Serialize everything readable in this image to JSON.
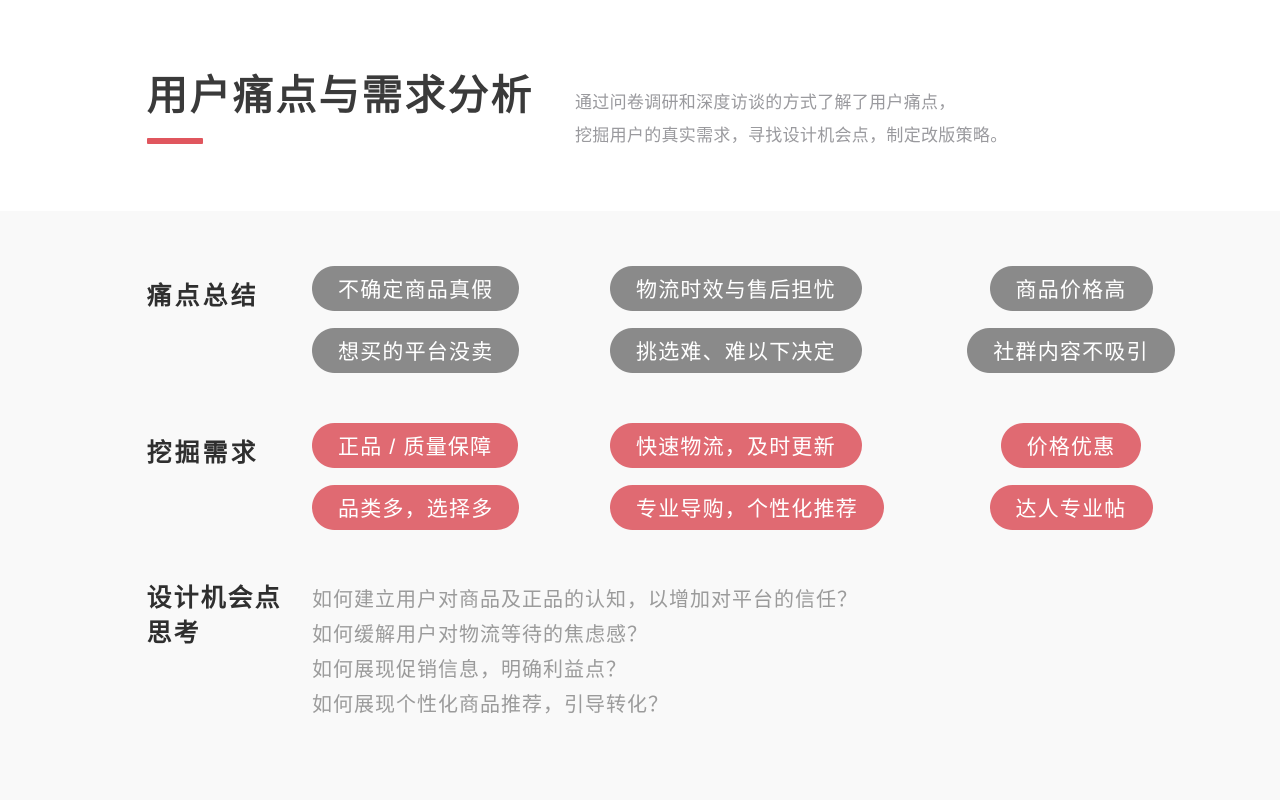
{
  "header": {
    "title": "用户痛点与需求分析",
    "accent_color": "#e0565e",
    "subtitle_lines": [
      "通过问卷调研和深度访谈的方式了解了用户痛点，",
      "挖掘用户的真实需求，寻找设计机会点，制定改版策略。"
    ]
  },
  "sections": {
    "painpoints": {
      "label": "痛点总结",
      "pill_color": "#8a8a8a",
      "columns": [
        {
          "items": [
            "不确定商品真假",
            "想买的平台没卖"
          ]
        },
        {
          "items": [
            "物流时效与售后担忧",
            "挑选难、难以下决定"
          ]
        },
        {
          "items": [
            "商品价格高",
            "社群内容不吸引"
          ]
        }
      ]
    },
    "needs": {
      "label": "挖掘需求",
      "pill_color": "#e06a72",
      "columns": [
        {
          "items": [
            "正品 / 质量保障",
            "品类多，选择多"
          ]
        },
        {
          "items": [
            "快速物流，及时更新",
            "专业导购，个性化推荐"
          ]
        },
        {
          "items": [
            "价格优惠",
            "达人专业帖"
          ]
        }
      ]
    },
    "opportunity": {
      "label_line_1": "设计机会点",
      "label_line_2": "思考",
      "items": [
        "如何建立用户对商品及正品的认知，以增加对平台的信任？",
        "如何缓解用户对物流等待的焦虑感？",
        "如何展现促销信息，明确利益点？",
        "如何展现个性化商品推荐，引导转化？"
      ]
    }
  }
}
